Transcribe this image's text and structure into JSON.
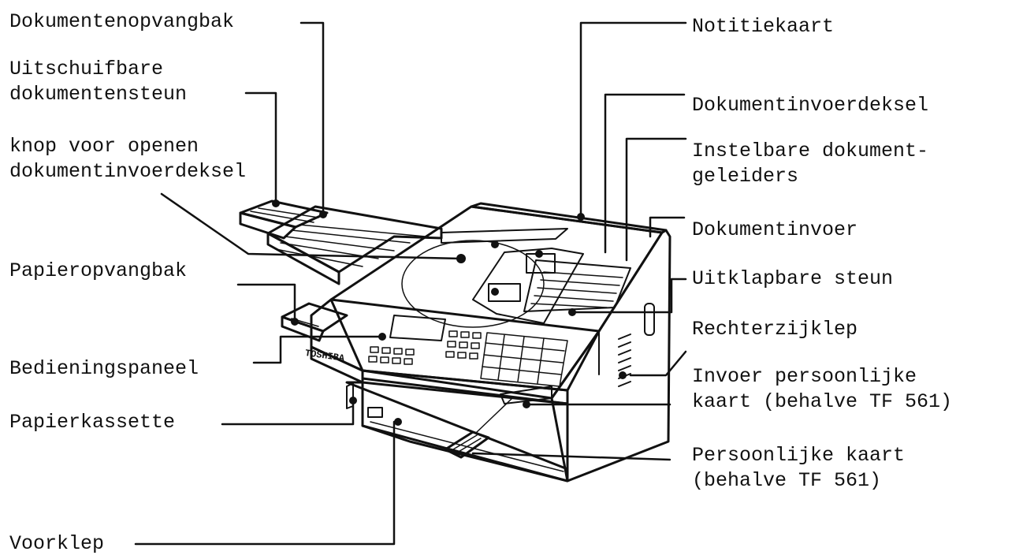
{
  "colors": {
    "ink": "#111111",
    "paper": "#ffffff"
  },
  "brand": "TOSHIBA",
  "labels": {
    "dokumentenopvangbak": [
      "Dokumentenopvangbak"
    ],
    "uitschuifbare_steun": [
      "Uitschuifbare",
      "dokumentensteun"
    ],
    "knop_openen": [
      "knop voor openen",
      "dokumentinvoerdeksel"
    ],
    "papieropvangbak": [
      "Papieropvangbak"
    ],
    "bedieningspaneel": [
      "Bedieningspaneel"
    ],
    "papierkassette": [
      "Papierkassette"
    ],
    "voorklep": [
      "Voorklep"
    ],
    "notitiekaart": [
      "Notitiekaart"
    ],
    "dokumentinvoerdeksel": [
      "Dokumentinvoerdeksel"
    ],
    "instelbare_geleiders": [
      "Instelbare dokument-",
      "geleiders"
    ],
    "dokumentinvoer": [
      "Dokumentinvoer"
    ],
    "uitklapbare_steun": [
      "Uitklapbare steun"
    ],
    "rechterzijklep": [
      "Rechterzijklep"
    ],
    "invoer_kaart": [
      "Invoer persoonlijke",
      "kaart (behalve TF 561)"
    ],
    "persoonlijke_kaart": [
      "Persoonlijke kaart",
      "(behalve TF 561)"
    ]
  }
}
